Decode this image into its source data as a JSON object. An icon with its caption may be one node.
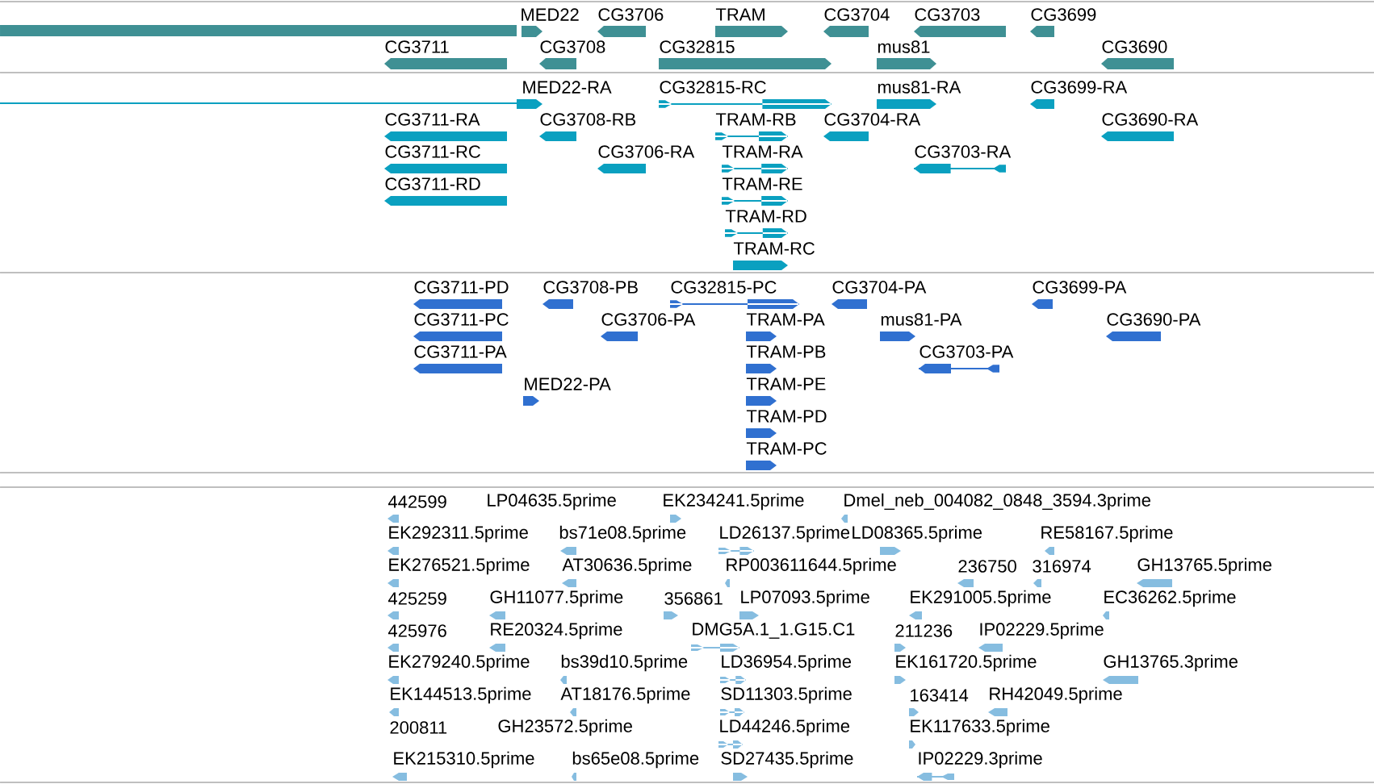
{
  "diagram": {
    "labels": [
      "MED22",
      "CG3706",
      "TRAM",
      "CG3704",
      "CG3703",
      "CG3699",
      "CG3711",
      "CG3708",
      "CG32815",
      "mus81",
      "CG3690",
      "MED22-RA",
      "CG32815-RC",
      "mus81-RA",
      "CG3699-RA",
      "CG3711-RA",
      "CG3708-RB",
      "TRAM-RB",
      "CG3704-RA",
      "CG3690-RA",
      "CG3711-RC",
      "CG3706-RA",
      "TRAM-RA",
      "CG3703-RA",
      "CG3711-RD",
      "TRAM-RE",
      "TRAM-RD",
      "TRAM-RC",
      "CG3711-PD",
      "CG3708-PB",
      "CG32815-PC",
      "CG3704-PA",
      "CG3699-PA",
      "CG3711-PC",
      "CG3706-PA",
      "TRAM-PA",
      "mus81-PA",
      "CG3690-PA",
      "CG3711-PA",
      "TRAM-PB",
      "CG3703-PA",
      "MED22-PA",
      "TRAM-PE",
      "TRAM-PD",
      "TRAM-PC",
      "442599",
      "LP04635.5prime",
      "EK234241.5prime",
      "Dmel_neb_004082_0848_3594.3prime",
      "EK292311.5prime",
      "bs71e08.5prime",
      "LD26137.5prime",
      "LD08365.5prime",
      "RE58167.5prime",
      "EK276521.5prime",
      "AT30636.5prime",
      "RP003611644.5prime",
      "236750",
      "316974",
      "GH13765.5prime",
      "425259",
      "GH11077.5prime",
      "356861",
      "LP07093.5prime",
      "EK291005.5prime",
      "EC36262.5prime",
      "425976",
      "RE20324.5prime",
      "DMG5A.1_1.G15.C1",
      "211236",
      "IP02229.5prime",
      "EK279240.5prime",
      "bs39d10.5prime",
      "LD36954.5prime",
      "EK161720.5prime",
      "GH13765.3prime",
      "EK144513.5prime",
      "AT18176.5prime",
      "SD11303.5prime",
      "163414",
      "RH42049.5prime",
      "200811",
      "GH23572.5prime",
      "LD44246.5prime",
      "EK117633.5prime",
      "EK215310.5prime",
      "bs65e08.5prime",
      "SD27435.5prime",
      "IP02229.3prime"
    ]
  }
}
